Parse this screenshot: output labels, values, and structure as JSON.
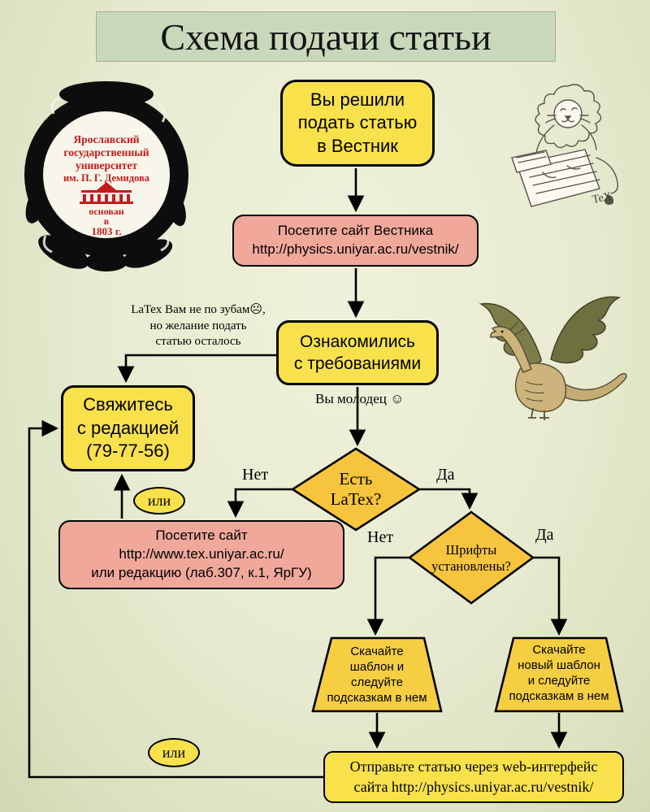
{
  "page": {
    "title": "Схема подачи статьи"
  },
  "emblem": {
    "lines": [
      "Ярославский",
      "государственный",
      "университет",
      "им. П. Г. Демидова"
    ],
    "founded_lines": [
      "основан",
      "в",
      "1803 г."
    ]
  },
  "decor": {
    "lion_text": "TeX"
  },
  "nodes": {
    "start": "Вы решили\nподать статью\nв Вестник",
    "visit_site": "Посетите сайт Вестника\nhttp://physics.uniyar.ac.ru/vestnik/",
    "requirements": "Ознакомились\nс требованиями",
    "contact": "Свяжитесь\nс редакцией\n(79-77-56)",
    "visit_tex": "Посетите сайт\nhttp://www.tex.uniyar.ac.ru/\nили редакцию (лаб.307, к.1, ЯрГУ)",
    "has_latex": "Есть\nLaTex?",
    "fonts_installed": "Шрифты\nустановлены?",
    "template": "Скачайте\nшаблон и\nследуйте\nподсказкам в нем",
    "new_template": "Скачайте\nновый шаблон\nи следуйте\nподсказкам в нем",
    "send": "Отправьте статью через web-интерфейс\nсайта http://physics.uniyar.ac.ru/vestnik/"
  },
  "labels": {
    "note_latex": "LaTex Вам не по зубам☹,\nно желание подать\nстатью осталось",
    "well_done": "Вы молодец ☺",
    "no_1": "Нет",
    "yes_1": "Да",
    "no_2": "Нет",
    "yes_2": "Да",
    "or_1": "или",
    "or_2": "или"
  },
  "colors": {
    "box_yellow": "#f8e14b",
    "decision_orange": "#f7c53d",
    "trapezoid_gold": "#f6ce41",
    "box_pink": "#f0a89b",
    "title_background": "#c9d8ba",
    "page_background": "#e9ecd2",
    "outline": "#000000",
    "emblem_red": "#c21d1d"
  }
}
